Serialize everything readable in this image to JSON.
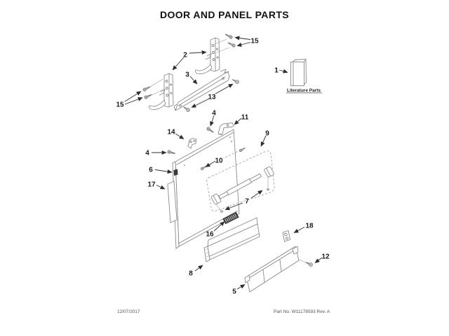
{
  "title": "DOOR AND PANEL PARTS",
  "footer": {
    "date": "12/07/2017",
    "part_line": "Part No. W11178593  Rev. A"
  },
  "literature_caption": "Literature Parts",
  "callouts": {
    "1": "1",
    "2": "2",
    "3": "3",
    "4": "4",
    "5": "5",
    "6": "6",
    "7": "7",
    "8": "8",
    "9": "9",
    "10": "10",
    "11": "11",
    "12": "12",
    "13": "13",
    "14": "14",
    "15": "15",
    "16": "16",
    "17": "17",
    "18": "18"
  }
}
